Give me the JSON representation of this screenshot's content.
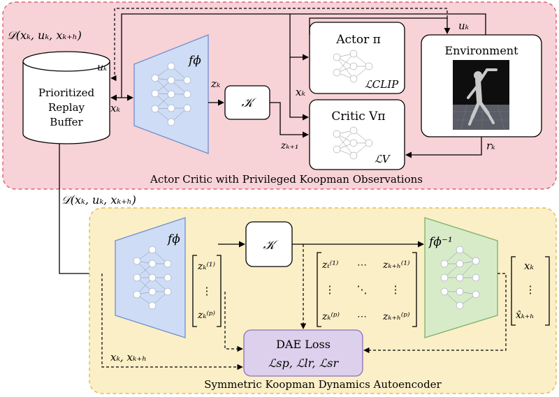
{
  "top_panel": {
    "caption": "Actor Critic with Privileged Koopman Observations",
    "buffer": {
      "line1": "Prioritized",
      "line2": "Replay",
      "line3": "Buffer"
    },
    "dataset_label": "𝒟(xₖ, uₖ, xₖ₊ₕ)",
    "encoder_label": "fϕ",
    "koopman_label": "𝒦",
    "actor": {
      "title": "Actor π",
      "loss": "ℒCLIP"
    },
    "critic": {
      "title": "Critic Vπ",
      "loss": "ℒV"
    },
    "environment": {
      "title": "Environment"
    },
    "signals": {
      "uk_top": "uₖ",
      "uk_left": "uₖ",
      "xk_left": "xₖ",
      "zk": "zₖ",
      "xk_mid": "xₖ",
      "zk1": "zₖ₊₁",
      "rk": "rₖ"
    }
  },
  "between": {
    "dataset_label": "𝒟(xₖ, uₖ, xₖ₊ₕ)"
  },
  "bottom_panel": {
    "caption": "Symmetric Koopman Dynamics Autoencoder",
    "encoder_label": "fϕ",
    "koopman_label": "𝒦",
    "decoder_label": "fϕ⁻¹",
    "latent_vec": {
      "top": "zₖ⁽¹⁾",
      "dots": "⋮",
      "bottom": "zₖ⁽ᵖ⁾"
    },
    "latent_matrix": {
      "r1c1": "zₜ⁽¹⁾",
      "r1c2": "⋯",
      "r1c3": "zₖ₊ₕ⁽¹⁾",
      "r2c1": "⋮",
      "r2c2": "⋱",
      "r2c3": "⋮",
      "r3c1": "zₖ⁽ᵖ⁾",
      "r3c2": "⋯",
      "r3c3": "zₖ₊ₕ⁽ᵖ⁾"
    },
    "output_vec": {
      "top": "xₖ",
      "dots": "⋮",
      "bottom": "x̂ₖ₊ₕ"
    },
    "loss_box": {
      "title": "DAE Loss",
      "terms": "ℒsp, ℒlr, ℒsr"
    },
    "input_label": "xₖ, xₖ₊ₕ"
  },
  "colors": {
    "top_panel_fill": "#f7d2d6",
    "top_panel_border": "#d64a5a",
    "bottom_panel_fill": "#fbefc7",
    "bottom_panel_border": "#d9b23a",
    "encoder_fill": "#cfdcf6",
    "encoder_border": "#6f8fcf",
    "decoder_fill": "#d7ebc9",
    "decoder_border": "#7cb063",
    "loss_fill": "#dcd0ec",
    "loss_border": "#8d6fb6"
  }
}
